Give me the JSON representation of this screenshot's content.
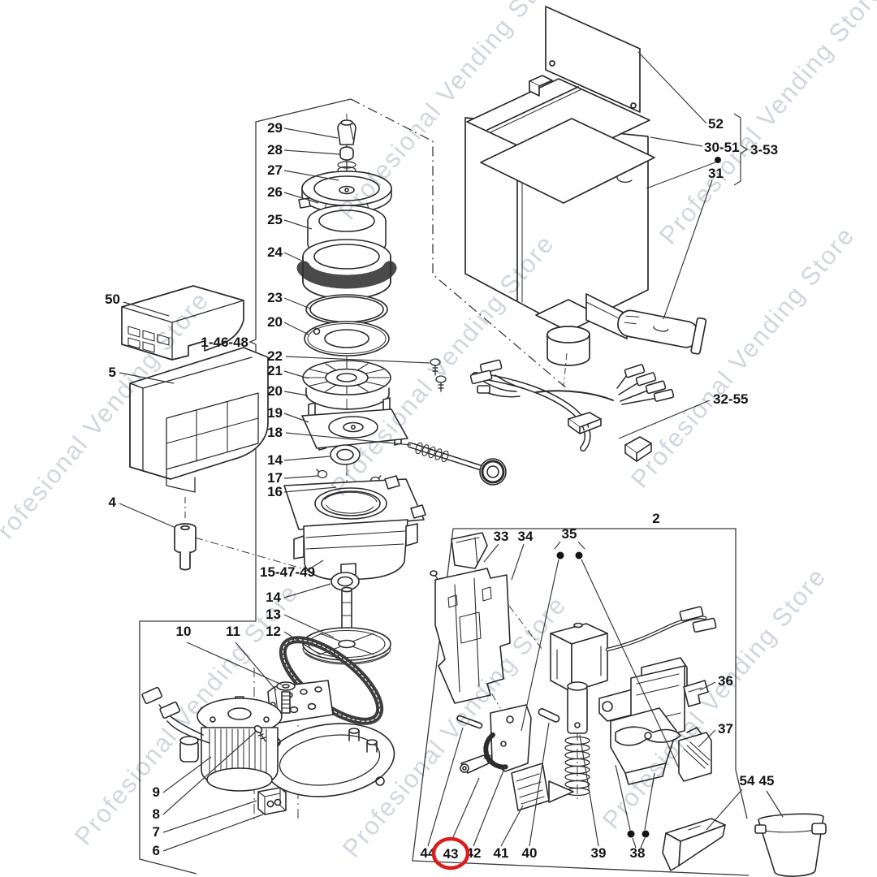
{
  "watermark": {
    "text": "Profesional Vending Store",
    "color": "#b4bcc9",
    "angle_deg": -50
  },
  "highlight": {
    "part": "43",
    "color": "#dd1c1c"
  },
  "line_color": "#2b2b2b",
  "labels": {
    "p29": "29",
    "p28": "28",
    "p27": "27",
    "p26": "26",
    "p25": "25",
    "p24": "24",
    "p23": "23",
    "p20a": "20",
    "p22": "22",
    "p21": "21",
    "p20b": "20",
    "p19": "19",
    "p18": "18",
    "p14a": "14",
    "p17": "17",
    "p16": "16",
    "g1": "1-46-48",
    "p50": "50",
    "p5": "5",
    "p4": "4",
    "g15": "15-47-49",
    "p14b": "14",
    "p13": "13",
    "p12": "12",
    "p10": "10",
    "p11": "11",
    "p9": "9",
    "p8": "8",
    "p7": "7",
    "p6": "6",
    "p52": "52",
    "g30": "30-51",
    "g3": "3-53",
    "p31": "31",
    "g32": "32-55",
    "p2": "2",
    "p33": "33",
    "p34": "34",
    "p35": "35",
    "p36": "36",
    "p37": "37",
    "p54": "54",
    "p45": "45",
    "p44": "44",
    "p43": "43",
    "p42": "42",
    "p41": "41",
    "p40": "40",
    "p39": "39",
    "p38": "38"
  }
}
